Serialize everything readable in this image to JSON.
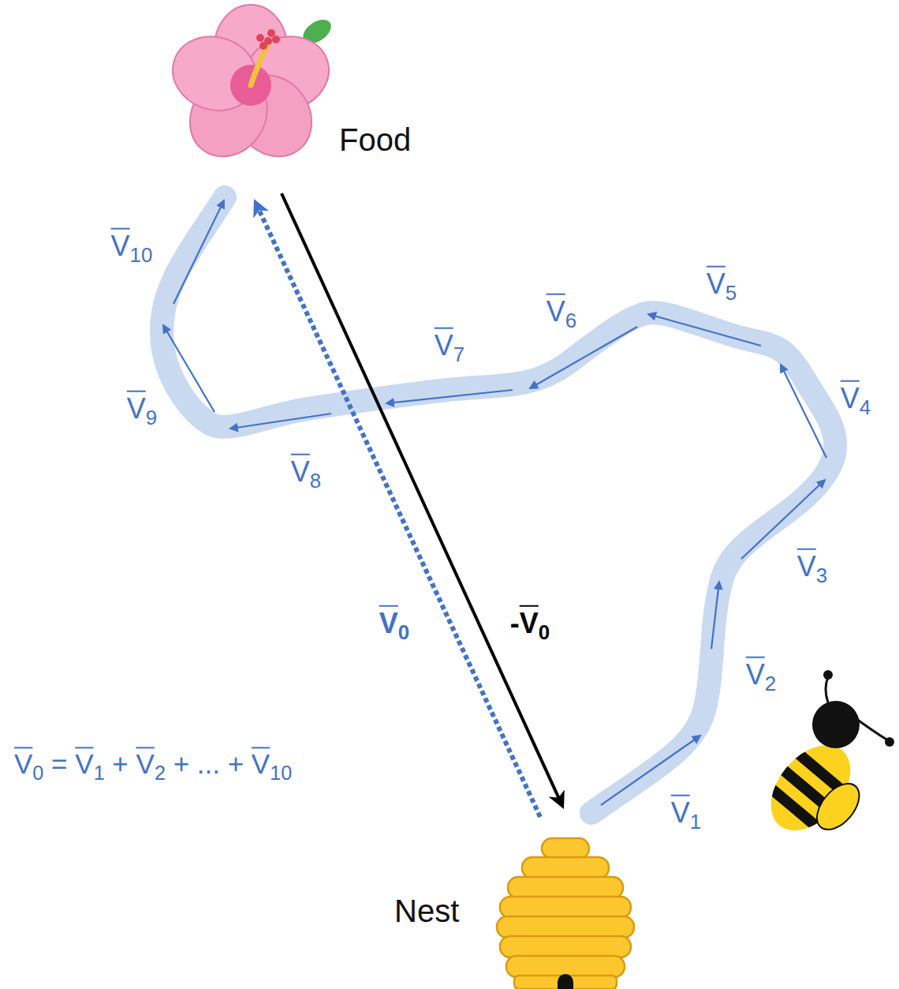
{
  "diagram": {
    "nodes": [
      {
        "text": [
          "Food"
        ]
      },
      {
        "text": [
          "Nest"
        ]
      }
    ],
    "edges": [
      {
        "from": 1,
        "to": 0,
        "arrow": "to",
        "label": "V0"
      },
      {
        "from": 0,
        "to": 1,
        "arrow": "to",
        "label": "-V0"
      }
    ],
    "labels": [
      "V1",
      "V2",
      "V3",
      "V4",
      "V5",
      "V6",
      "V7",
      "V8",
      "V9",
      "V10",
      "V0 = V1 + V2 + ... + V10"
    ]
  }
}
